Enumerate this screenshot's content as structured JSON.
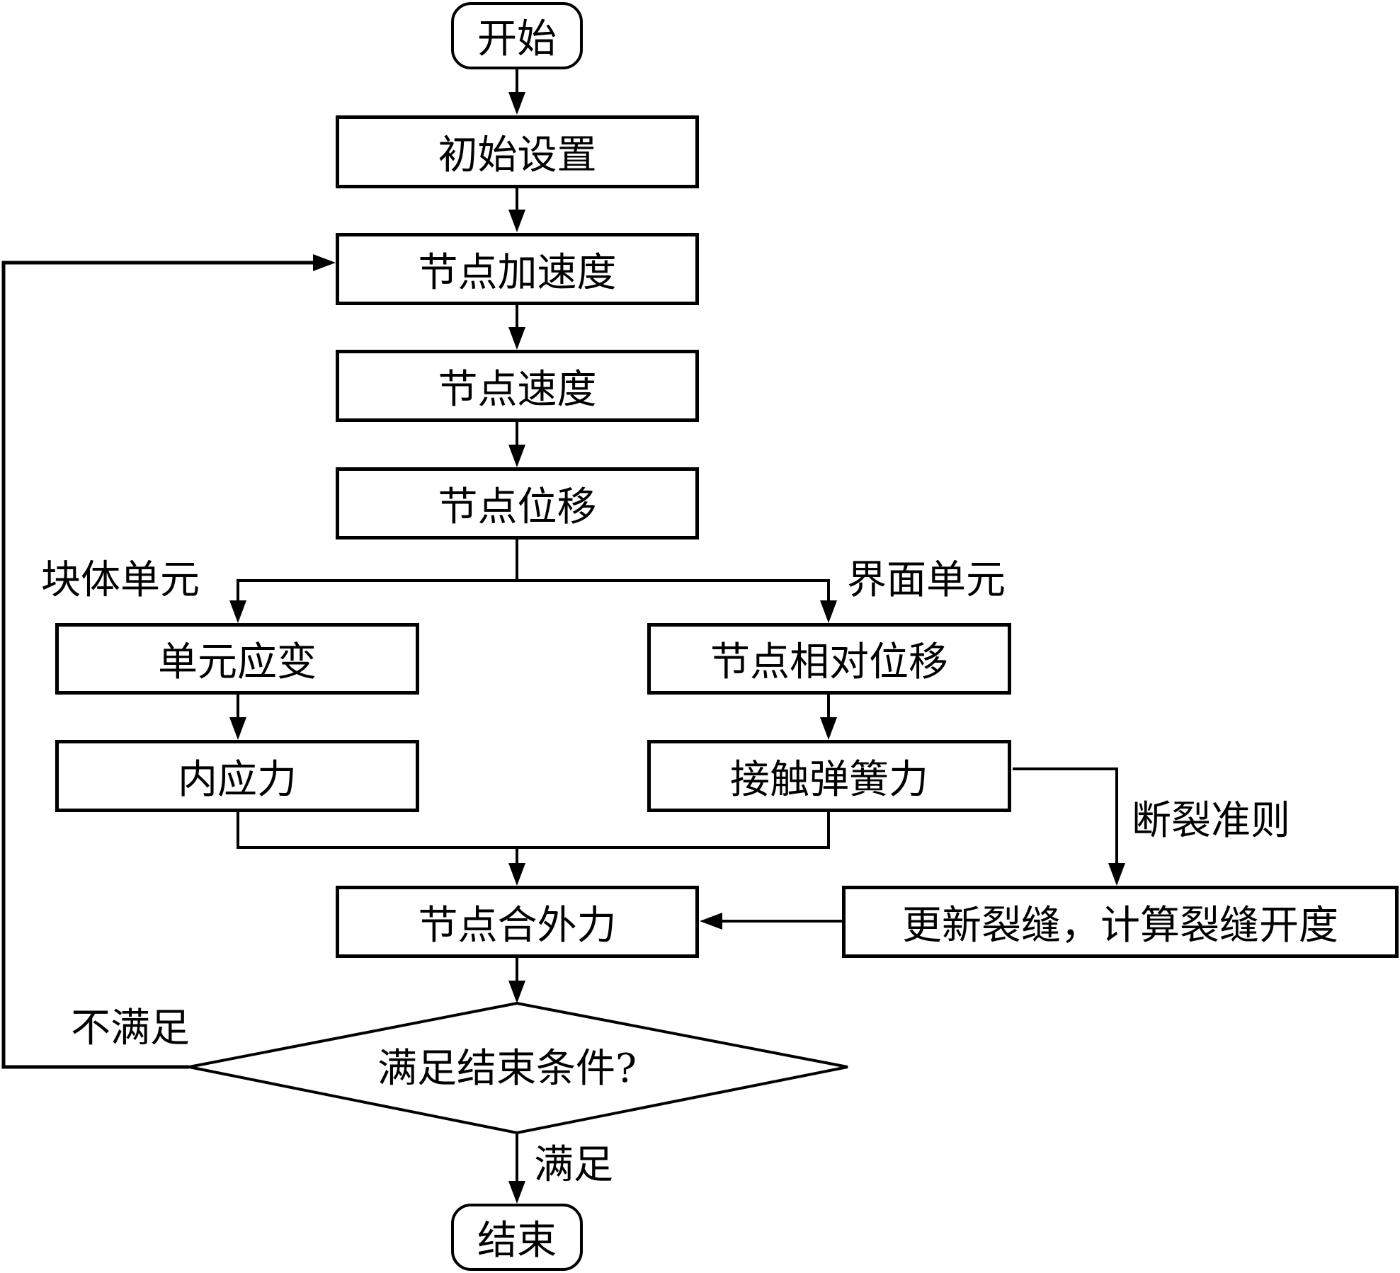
{
  "diagram": {
    "type": "flowchart",
    "nodes": {
      "start": "开始",
      "init": "初始设置",
      "node_accel": "节点加速度",
      "node_velocity": "节点速度",
      "node_displacement": "节点位移",
      "element_strain": "单元应变",
      "internal_stress": "内应力",
      "relative_displacement": "节点相对位移",
      "contact_spring_force": "接触弹簧力",
      "resultant_force": "节点合外力",
      "update_crack": "更新裂缝，计算裂缝开度",
      "decision": "满足结束条件?",
      "end": "结束"
    },
    "labels": {
      "block_element": "块体单元",
      "interface_element": "界面单元",
      "fracture_criterion": "断裂准则",
      "not_satisfied": "不满足",
      "satisfied": "满足"
    },
    "edges": [
      {
        "from": "start",
        "to": "init"
      },
      {
        "from": "init",
        "to": "node_accel"
      },
      {
        "from": "node_accel",
        "to": "node_velocity"
      },
      {
        "from": "node_velocity",
        "to": "node_displacement"
      },
      {
        "from": "node_displacement",
        "to": "element_strain",
        "label": "块体单元"
      },
      {
        "from": "node_displacement",
        "to": "relative_displacement",
        "label": "界面单元"
      },
      {
        "from": "element_strain",
        "to": "internal_stress"
      },
      {
        "from": "relative_displacement",
        "to": "contact_spring_force"
      },
      {
        "from": "internal_stress",
        "to": "resultant_force"
      },
      {
        "from": "contact_spring_force",
        "to": "resultant_force"
      },
      {
        "from": "contact_spring_force",
        "to": "update_crack",
        "label": "断裂准则"
      },
      {
        "from": "update_crack",
        "to": "resultant_force"
      },
      {
        "from": "resultant_force",
        "to": "decision"
      },
      {
        "from": "decision",
        "to": "node_accel",
        "label": "不满足"
      },
      {
        "from": "decision",
        "to": "end",
        "label": "满足"
      }
    ]
  }
}
